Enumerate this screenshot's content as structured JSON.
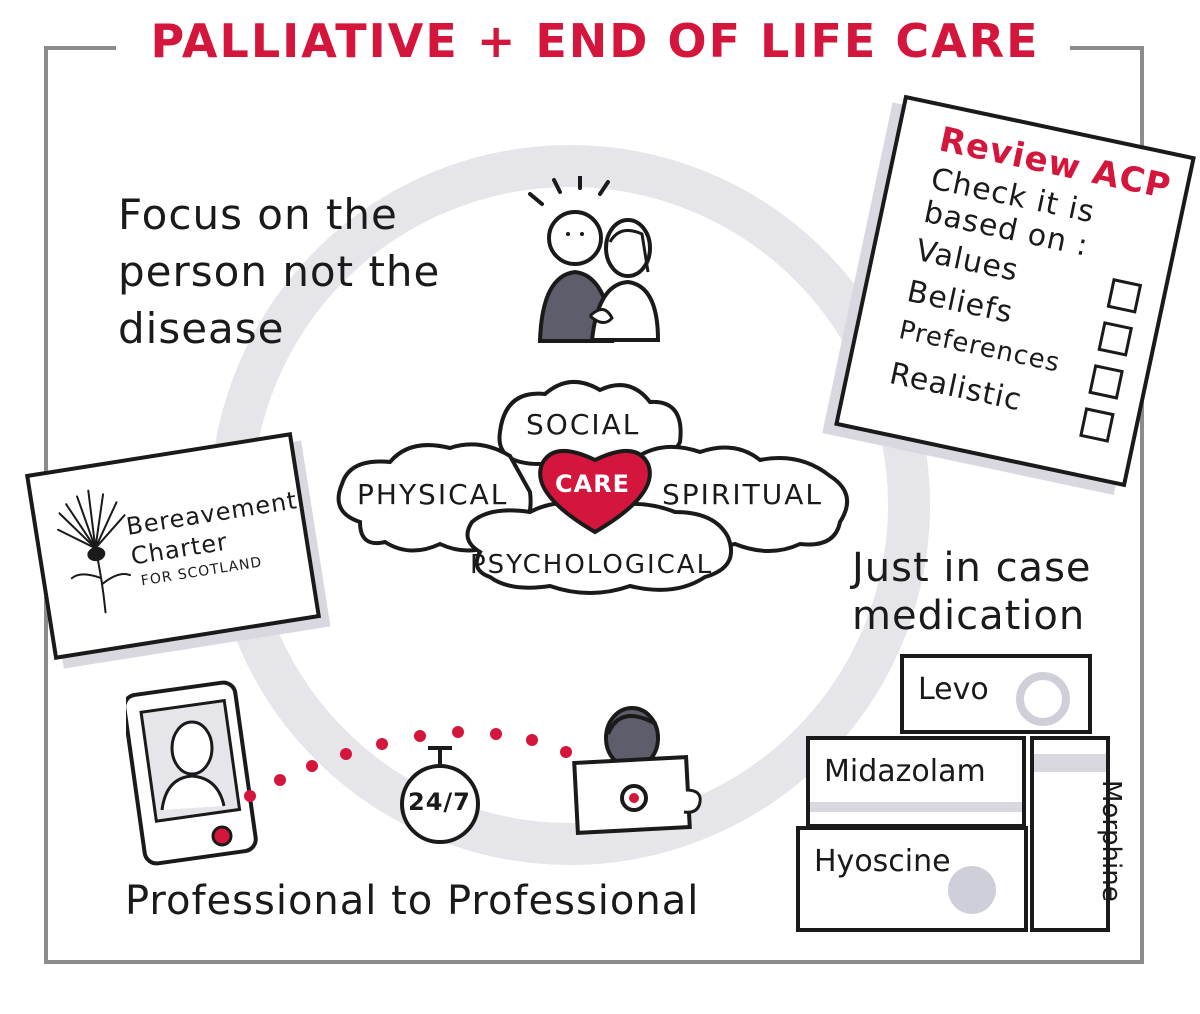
{
  "title": "PALLIATIVE + END OF LIFE CARE",
  "focus": {
    "text": "Focus on the\nperson not the\ndisease"
  },
  "cloud": {
    "top": "SOCIAL",
    "left": "PHYSICAL",
    "center": "CARE",
    "right": "SPIRITUAL",
    "bottom": "PSYCHOLOGICAL"
  },
  "acp": {
    "title": "Review ACP",
    "subtitle": "Check it is\nbased on :",
    "items": [
      "Values",
      "Beliefs",
      "Preferences",
      "Realistic"
    ]
  },
  "bereavement": {
    "line1": "Bereavement",
    "line2": "Charter",
    "line3": "FOR SCOTLAND"
  },
  "medication": {
    "heading": "Just in case\nmedication",
    "items": [
      "Levo",
      "Midazolam",
      "Hyoscine",
      "Morphine"
    ]
  },
  "professional": {
    "text": "Professional to Professional",
    "stopwatch": "24/7"
  },
  "colors": {
    "accent": "#d4163c",
    "ring": "#e6e5ea",
    "shade": "#d9d8e0",
    "ink": "#1a1a1a"
  }
}
